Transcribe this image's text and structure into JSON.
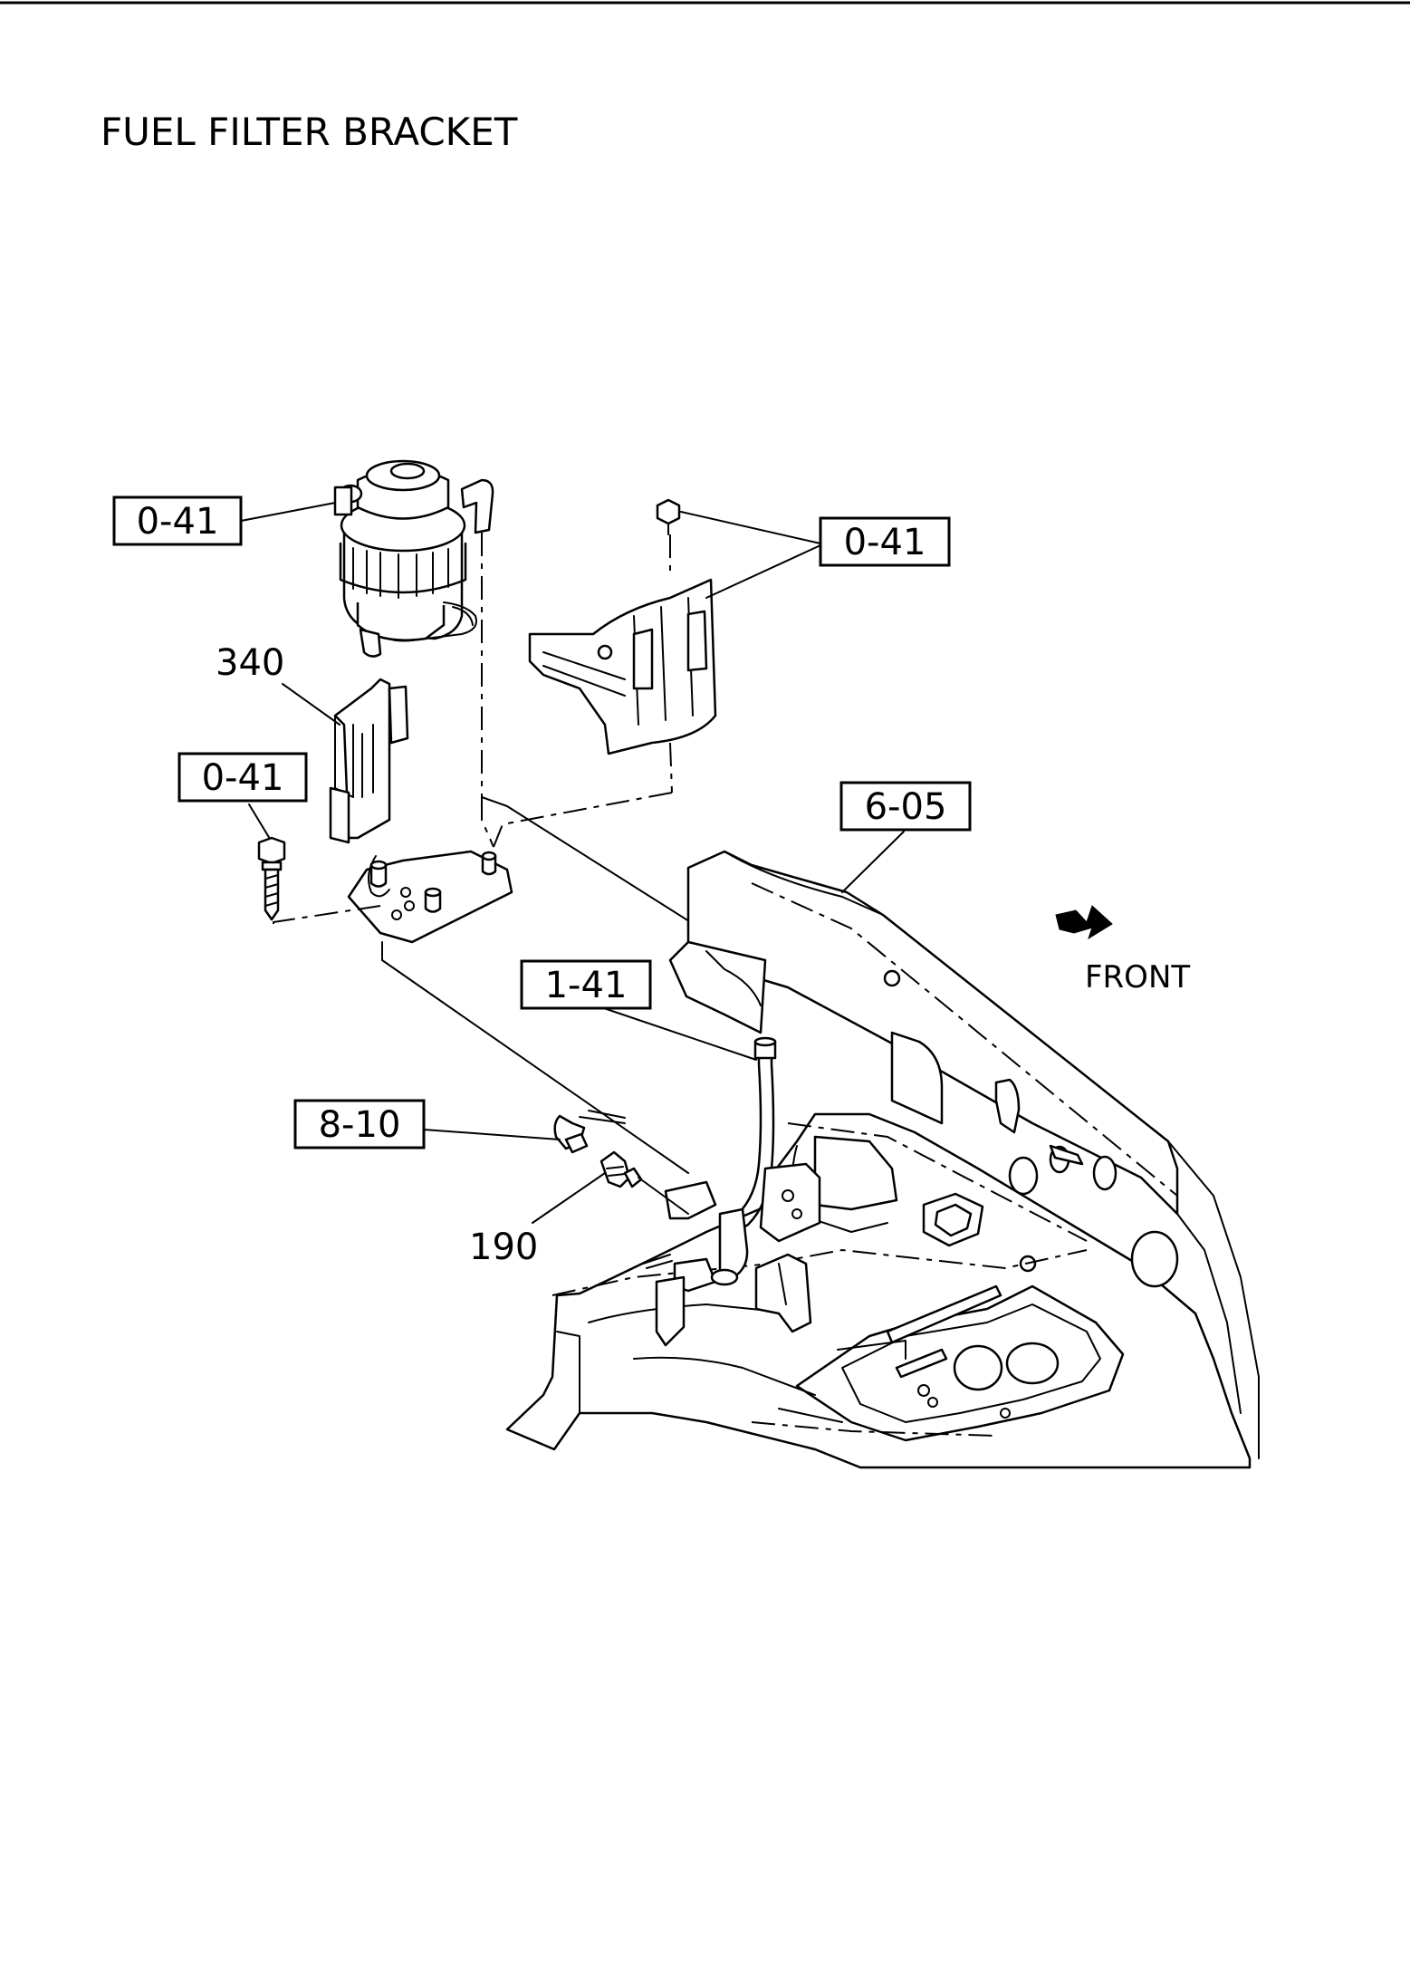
{
  "title": "FUEL FILTER BRACKET",
  "callouts": {
    "filter_top": "0-41",
    "nut_top": "0-41",
    "bolt_left": "0-41",
    "panel": "6-05",
    "hose": "1-41",
    "sensor": "8-10"
  },
  "labels": {
    "bracket": "340",
    "connector": "190",
    "front": "FRONT"
  },
  "icons": {
    "front_arrow": "arrow-down-right-icon"
  }
}
